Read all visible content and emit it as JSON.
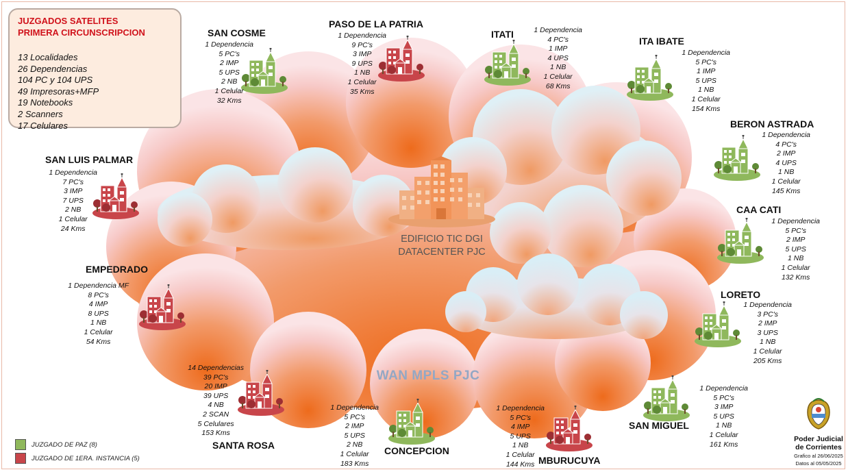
{
  "summary": {
    "title_line1": "JUZGADOS SATELITES",
    "title_line2": "PRIMERA CIRCUNSCRIPCION",
    "stats": [
      "13 Localidades",
      "26 Dependencias",
      "104 PC y 104 UPS",
      "49 Impresoras+MFP",
      "19 Notebooks",
      "2 Scanners",
      "17 Celulares"
    ]
  },
  "colors": {
    "paz": "#8fb85c",
    "primera_instancia": "#c8454a",
    "summary_title": "#d0121b"
  },
  "icons": {
    "location": "building-cluster-icon",
    "datacenter": "office-tower-icon",
    "brand": "coat-of-arms-icon"
  },
  "locations": [
    {
      "name": "SAN COSME",
      "type": "paz",
      "details": [
        "1 Dependencia",
        "5 PC's",
        "2 IMP",
        "5 UPS",
        "2 NB",
        "1 Celular",
        "32 Kms"
      ]
    },
    {
      "name": "PASO DE LA PATRIA",
      "type": "primera_instancia",
      "details": [
        "1 Dependencia",
        "9 PC's",
        "3 IMP",
        "9 UPS",
        "1 NB",
        "1 Celular",
        "35 Kms"
      ]
    },
    {
      "name": "ITATI",
      "type": "paz",
      "details": [
        "1 Dependencia",
        "4 PC's",
        "1 IMP",
        "4 UPS",
        "1 NB",
        "1 Celular",
        "68 Kms"
      ]
    },
    {
      "name": "ITA IBATE",
      "type": "paz",
      "details": [
        "1 Dependencia",
        "5 PC's",
        "1 IMP",
        "5 UPS",
        "1 NB",
        "1 Celular",
        "154 Kms"
      ]
    },
    {
      "name": "BERON ASTRADA",
      "type": "paz",
      "details": [
        "1 Dependencia",
        "4 PC's",
        "2 IMP",
        "4 UPS",
        "1 NB",
        "1 Celular",
        "145 Kms"
      ]
    },
    {
      "name": "CAA CATI",
      "type": "paz",
      "details": [
        "1 Dependencia",
        "5 PC's",
        "2 IMP",
        "5 UPS",
        "1 NB",
        "1 Celular",
        "132 Kms"
      ]
    },
    {
      "name": "LORETO",
      "type": "paz",
      "details": [
        "1 Dependencia",
        "3 PC's",
        "2 IMP",
        "3 UPS",
        "1 NB",
        "1 Celular",
        "205 Kms"
      ]
    },
    {
      "name": "SAN MIGUEL",
      "type": "paz",
      "details": [
        "1 Dependencia",
        "5 PC's",
        "3 IMP",
        "5 UPS",
        "1 NB",
        "1 Celular",
        "161 Kms"
      ]
    },
    {
      "name": "MBURUCUYA",
      "type": "primera_instancia",
      "details": [
        "1 Dependencia",
        "5 PC's",
        "4 IMP",
        "5 UPS",
        "1 NB",
        "1 Celular",
        "144 Kms"
      ]
    },
    {
      "name": "CONCEPCION",
      "type": "paz",
      "details": [
        "1 Dependencia",
        "5 PC's",
        "2 IMP",
        "5 UPS",
        "2 NB",
        "1 Celular",
        "183 Kms"
      ]
    },
    {
      "name": "SANTA ROSA",
      "type": "primera_instancia",
      "details": [
        "14 Dependencias",
        "39 PC's",
        "20 IMP",
        "39 UPS",
        "4 NB",
        "2 SCAN",
        "5 Celulares",
        "153 Kms"
      ]
    },
    {
      "name": "EMPEDRADO",
      "type": "primera_instancia",
      "details": [
        "1 Dependencia MF",
        "8 PC's",
        "4 IMP",
        "8 UPS",
        "1 NB",
        "1 Celular",
        "54 Kms"
      ]
    },
    {
      "name": "SAN LUIS PALMAR",
      "type": "primera_instancia",
      "details": [
        "1 Dependencia",
        "7 PC's",
        "3 IMP",
        "7 UPS",
        "2 NB",
        "1 Celular",
        "24 Kms"
      ]
    }
  ],
  "center": {
    "line1": "EDIFICIO TIC DGI",
    "line2": "DATACENTER PJC"
  },
  "network_label": "WAN MPLS PJC",
  "legend": [
    {
      "label": "JUZGADO DE PAZ (8)",
      "type": "paz"
    },
    {
      "label": "JUZGADO DE 1ERA. INSTANCIA (5)",
      "type": "primera_instancia"
    }
  ],
  "brand": {
    "name_line1": "Poder Judicial",
    "name_line2": "de Corrientes",
    "date_line1": "Grafico al 26/06/2025",
    "date_line2": "Datos al 05/05/2025"
  }
}
